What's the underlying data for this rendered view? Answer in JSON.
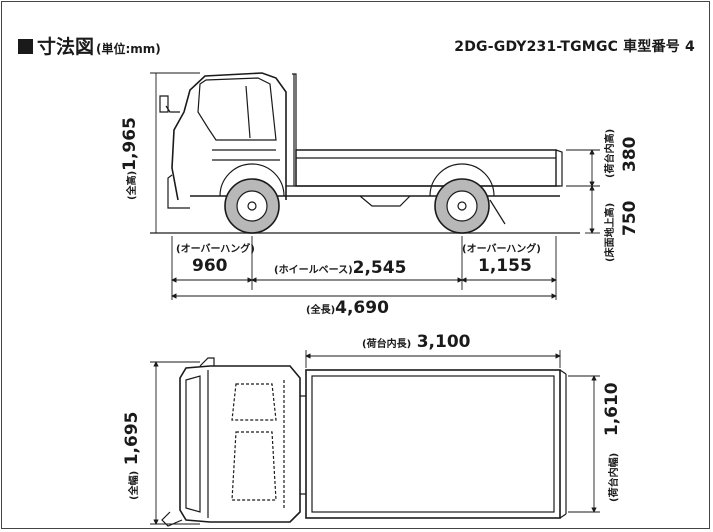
{
  "header": {
    "title": "寸法図",
    "unit": "(単位:mm)",
    "model": "2DG-GDY231-TGMGC 車型番号 4"
  },
  "side_view": {
    "overall_height": {
      "label": "(全高)",
      "value": "1,965"
    },
    "front_overhang": {
      "label": "(オーバーハング)",
      "value": "960"
    },
    "wheelbase": {
      "label": "(ホイールベース)",
      "value": "2,545"
    },
    "rear_overhang": {
      "label": "(オーバーハング)",
      "value": "1,155"
    },
    "overall_length": {
      "label": "(全長)",
      "value": "4,690"
    },
    "bed_inner_height": {
      "label": "(荷台内高)",
      "value": "380"
    },
    "bed_floor_height": {
      "label": "(床面地上高)",
      "value": "750"
    }
  },
  "top_view": {
    "bed_inner_length": {
      "label": "(荷台内長)",
      "value": "3,100"
    },
    "overall_width": {
      "label": "(全幅)",
      "value": "1,695"
    },
    "bed_inner_width": {
      "label": "(荷台内幅)",
      "value": "1,610"
    }
  },
  "colors": {
    "line": "#1a1a1a",
    "ground": "#444444",
    "tire": "#b8b8b8"
  }
}
